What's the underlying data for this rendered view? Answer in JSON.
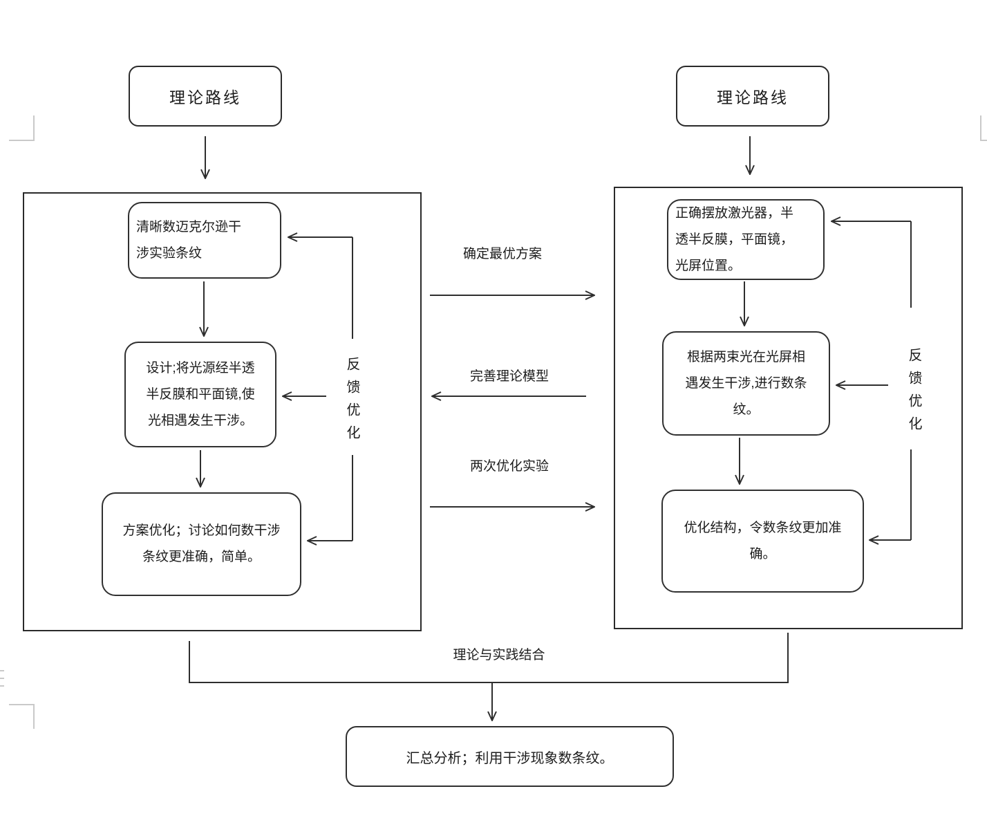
{
  "diagram": {
    "top_left_node": "理论路线",
    "top_right_node": "理论路线",
    "left_branch": {
      "steps": [
        "清晰数迈克尔逊干\n涉实验条纹",
        "设计;将光源经半透\n半反膜和平面镜,使\n光相遇发生干涉。",
        "方案优化；讨论如何数干涉\n条纹更准确，简单。"
      ],
      "feedback_label": "反馈优化"
    },
    "right_branch": {
      "steps": [
        "正确摆放激光器，半\n透半反膜，平面镜，\n光屏位置。",
        "根据两束光在光屏相\n遇发生干涉,进行数条\n纹。",
        "优化结构，令数条纹更加准\n确。"
      ],
      "feedback_label": "反馈优化"
    },
    "center_links": [
      {
        "label": "确定最优方案",
        "direction": "right"
      },
      {
        "label": "完善理论模型",
        "direction": "left"
      },
      {
        "label": "两次优化实验",
        "direction": "right"
      }
    ],
    "bottom_link_label": "理论与实践结合",
    "summary_node": "汇总分析；利用干涉现象数条纹。",
    "colors": {
      "line": "#2e2e2e",
      "text": "#1c1c1c",
      "margin_mark": "#c9c9c9",
      "background": "#ffffff"
    }
  }
}
